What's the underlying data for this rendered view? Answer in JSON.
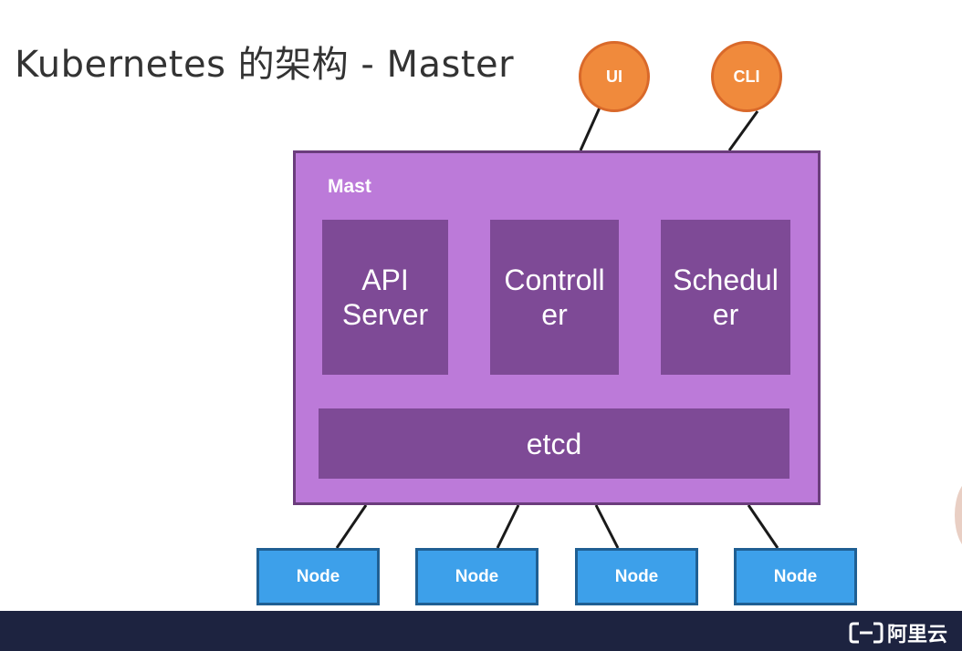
{
  "slide": {
    "title": "Kubernetes 的架构 - Master"
  },
  "clients": {
    "ui": "UI",
    "cli": "CLI"
  },
  "master": {
    "label": "Mast",
    "components": {
      "api_server": "API\nServer",
      "controller": "Controll\ner",
      "scheduler": "Schedul\ner",
      "etcd": "etcd"
    }
  },
  "nodes": [
    "Node",
    "Node",
    "Node",
    "Node"
  ],
  "footer": {
    "brand": "阿里云"
  },
  "colors": {
    "client_orange": "#f08a3c",
    "master_purple": "#bc7ad9",
    "component_purple": "#7e4a96",
    "node_blue": "#3da0ea",
    "footer_navy": "#1d2340"
  }
}
